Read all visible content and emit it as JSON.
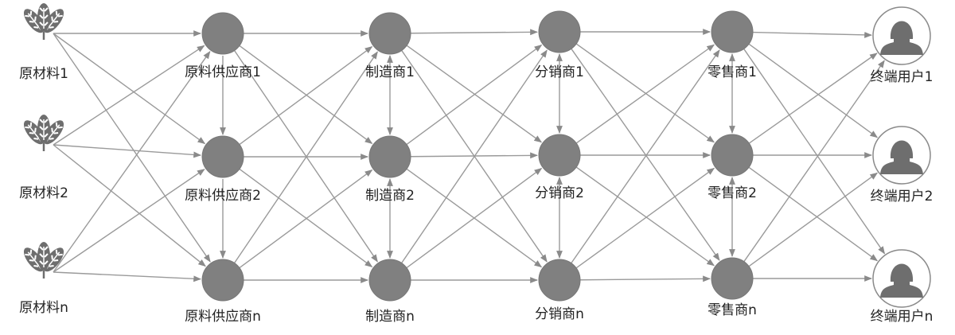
{
  "colors": {
    "node": "#808080",
    "edge": "#9a9a9a",
    "icon": "#6e6e6e",
    "ring": "#8a8a8a"
  },
  "columns": [
    {
      "type": "raw-material",
      "icon": "leaf-icon",
      "labels": [
        "原材料1",
        "原材料2",
        "原材料n"
      ]
    },
    {
      "type": "supplier",
      "icon": "circle-node",
      "labels": [
        "原料供应商1",
        "原料供应商2",
        "原料供应商n"
      ]
    },
    {
      "type": "manufacturer",
      "icon": "circle-node",
      "labels": [
        "制造商1",
        "制造商2",
        "制造商n"
      ]
    },
    {
      "type": "distributor",
      "icon": "circle-node",
      "labels": [
        "分销商1",
        "分销商2",
        "分销商n"
      ]
    },
    {
      "type": "retailer",
      "icon": "circle-node",
      "labels": [
        "零售商1",
        "零售商2",
        "零售商n"
      ]
    },
    {
      "type": "end-user",
      "icon": "user-icon",
      "labels": [
        "终端用户1",
        "终端用户2",
        "终端用户n"
      ]
    }
  ]
}
